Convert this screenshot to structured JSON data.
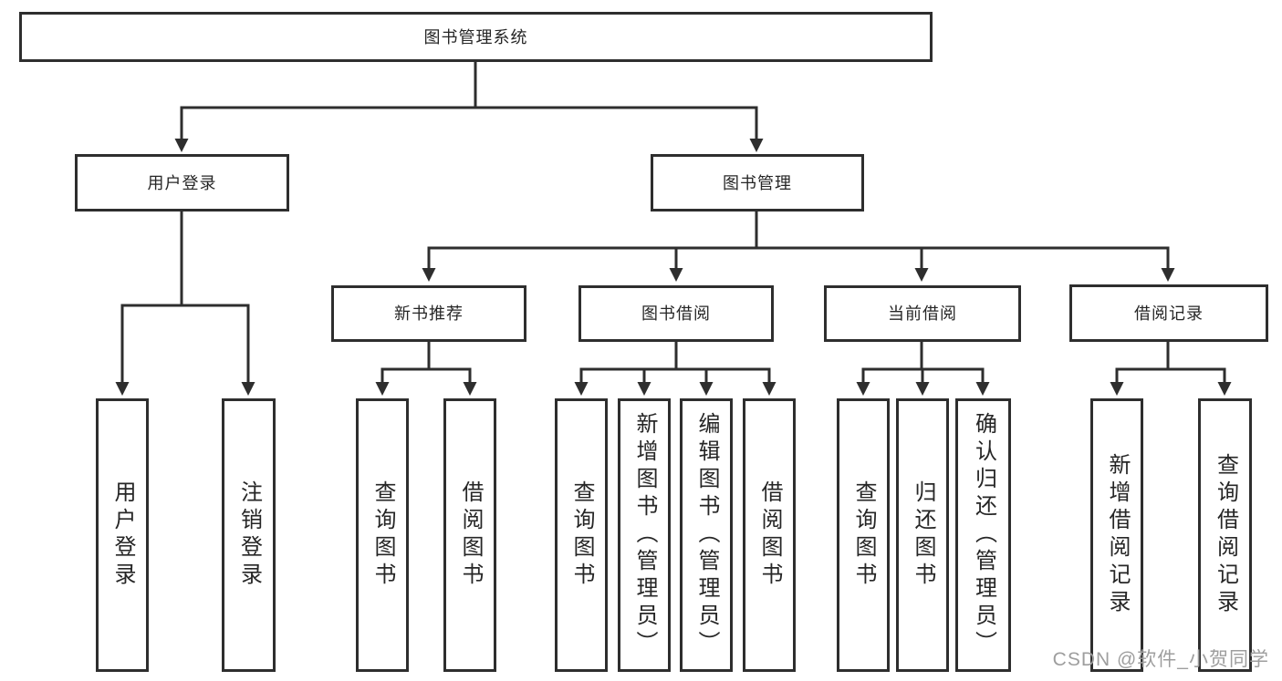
{
  "diagram": {
    "root": {
      "label": "图书管理系统"
    },
    "level2": [
      {
        "label": "用户登录",
        "children": [
          "用户登录",
          "注销登录"
        ]
      },
      {
        "label": "图书管理"
      }
    ],
    "level3": [
      {
        "label": "新书推荐",
        "children": [
          "查询图书",
          "借阅图书"
        ]
      },
      {
        "label": "图书借阅",
        "children": [
          "查询图书",
          "新增图书（管理员）",
          "编辑图书（管理员）",
          "借阅图书"
        ]
      },
      {
        "label": "当前借阅",
        "children": [
          "查询图书",
          "归还图书",
          "确认归还（管理员）"
        ]
      },
      {
        "label": "借阅记录",
        "children": [
          "新增借阅记录",
          "查询借阅记录"
        ]
      }
    ]
  },
  "watermark": "CSDN @软件_小贺同学",
  "colors": {
    "line": "#2e2e2e",
    "box_border": "#2e2e2e",
    "box_bg": "#ffffff",
    "text": "#262626",
    "watermark": "#9e9e9e",
    "background": "#ffffff"
  }
}
